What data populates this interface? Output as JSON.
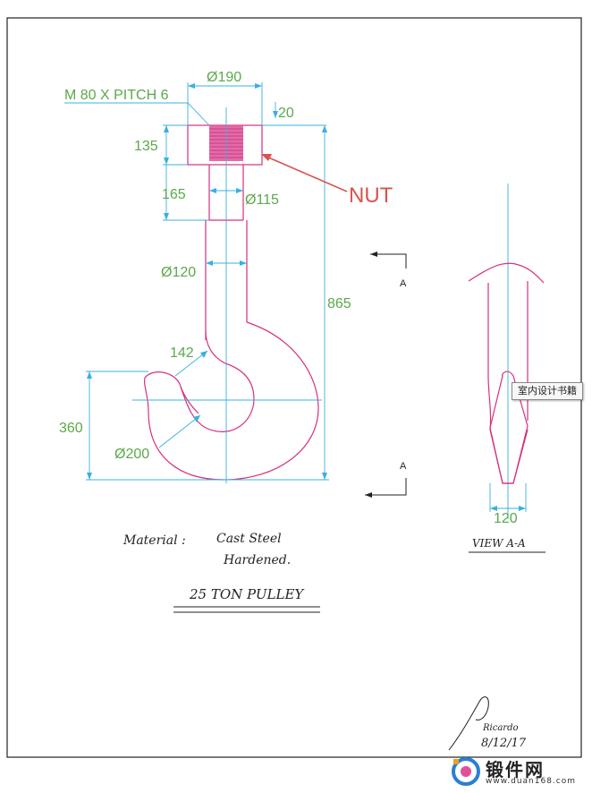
{
  "dimensions": {
    "thread": "M 80 X PITCH 6",
    "nut_diameter": "Ø190",
    "chamfer": "20",
    "nut_height": "135",
    "neck_length": "165",
    "neck_diameter": "Ø115",
    "shank_diameter": "Ø120",
    "overall_height": "865",
    "throat": "142",
    "hook_height": "360",
    "hook_diameter": "Ø200",
    "section_width": "120"
  },
  "callouts": {
    "nut": "NUT",
    "section_mark_top": "A",
    "section_mark_bottom": "A",
    "view_label": "VIEW A-A"
  },
  "notes": {
    "material_label": "Material :",
    "material_line1": "Cast Steel",
    "material_line2": "Hardened.",
    "title": "25 TON PULLEY",
    "signature": "Ricardo",
    "date": "8/12/17"
  },
  "overlay": {
    "tooltip": "室内设计书籍",
    "logo_text": "锻件网",
    "logo_url": "www.duan168.com"
  },
  "colors": {
    "dimension": "#5aa84a",
    "dimension_line": "#39b0e0",
    "part_outline": "#d6307f",
    "nut_fill": "#e0509a",
    "callout": "#d9534f",
    "ink": "#222222"
  }
}
